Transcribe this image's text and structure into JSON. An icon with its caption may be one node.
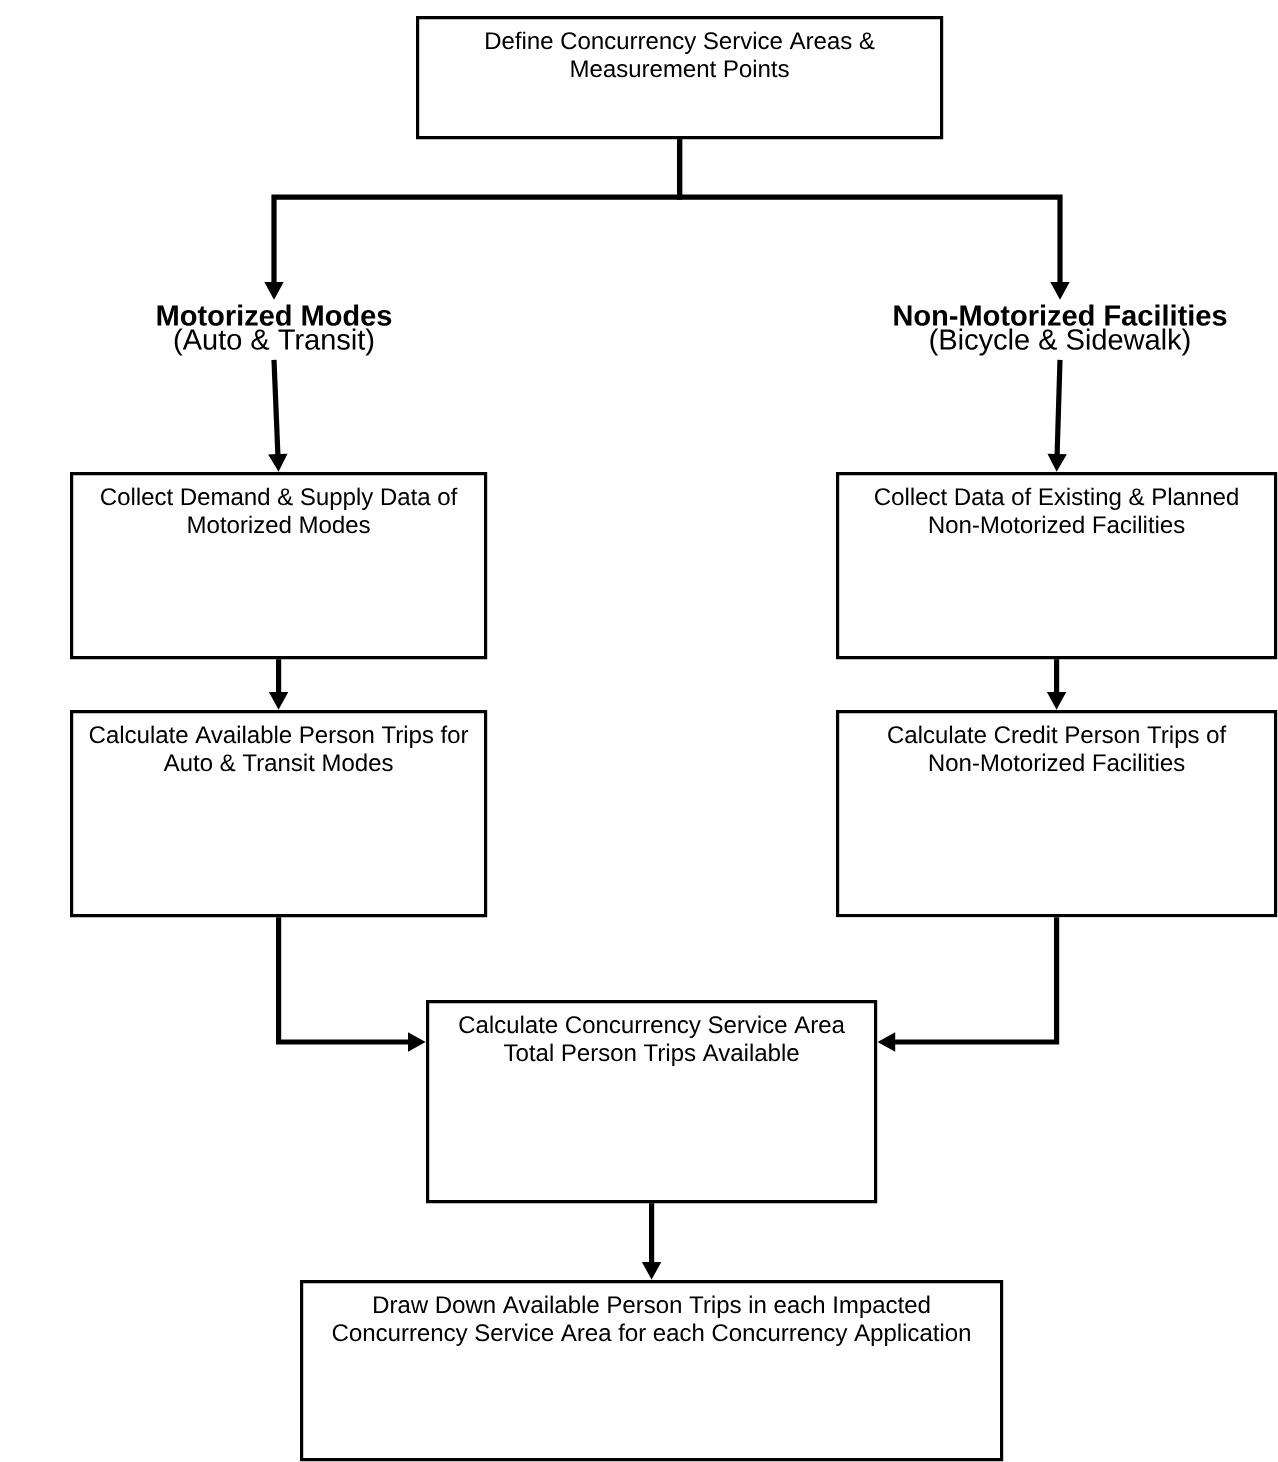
{
  "diagram": {
    "nodes": [
      {
        "text": [
          "Define Concurrency Service Areas & Measurement Points"
        ]
      },
      {
        "text": [
          "Motorized Modes",
          "(Auto & Transit)"
        ]
      },
      {
        "text": [
          "Non-Motorized Facilities",
          "(Bicycle & Sidewalk)"
        ]
      },
      {
        "text": [
          "Collect Demand & Supply Data of Motorized Modes"
        ]
      },
      {
        "text": [
          "Collect Data of Existing & Planned Non-Motorized Facilities"
        ]
      },
      {
        "text": [
          "Calculate Available Person Trips for Auto & Transit Modes"
        ]
      },
      {
        "text": [
          "Calculate Credit Person Trips of Non-Motorized Facilities"
        ]
      },
      {
        "text": [
          "Calculate Concurrency Service Area Total Person Trips Available"
        ]
      },
      {
        "text": [
          "Draw Down Available Person Trips in each Impacted Concurrency Service Area for each Concurrency Application"
        ]
      }
    ],
    "edges": [
      {
        "from": 0,
        "to": 1,
        "arrow": "to"
      },
      {
        "from": 0,
        "to": 2,
        "arrow": "to"
      },
      {
        "from": 1,
        "to": 3,
        "arrow": "to"
      },
      {
        "from": 2,
        "to": 4,
        "arrow": "to"
      },
      {
        "from": 3,
        "to": 5,
        "arrow": "to"
      },
      {
        "from": 4,
        "to": 6,
        "arrow": "to"
      },
      {
        "from": 5,
        "to": 7,
        "arrow": "to"
      },
      {
        "from": 6,
        "to": 7,
        "arrow": "to"
      },
      {
        "from": 7,
        "to": 8,
        "arrow": "to"
      }
    ]
  }
}
